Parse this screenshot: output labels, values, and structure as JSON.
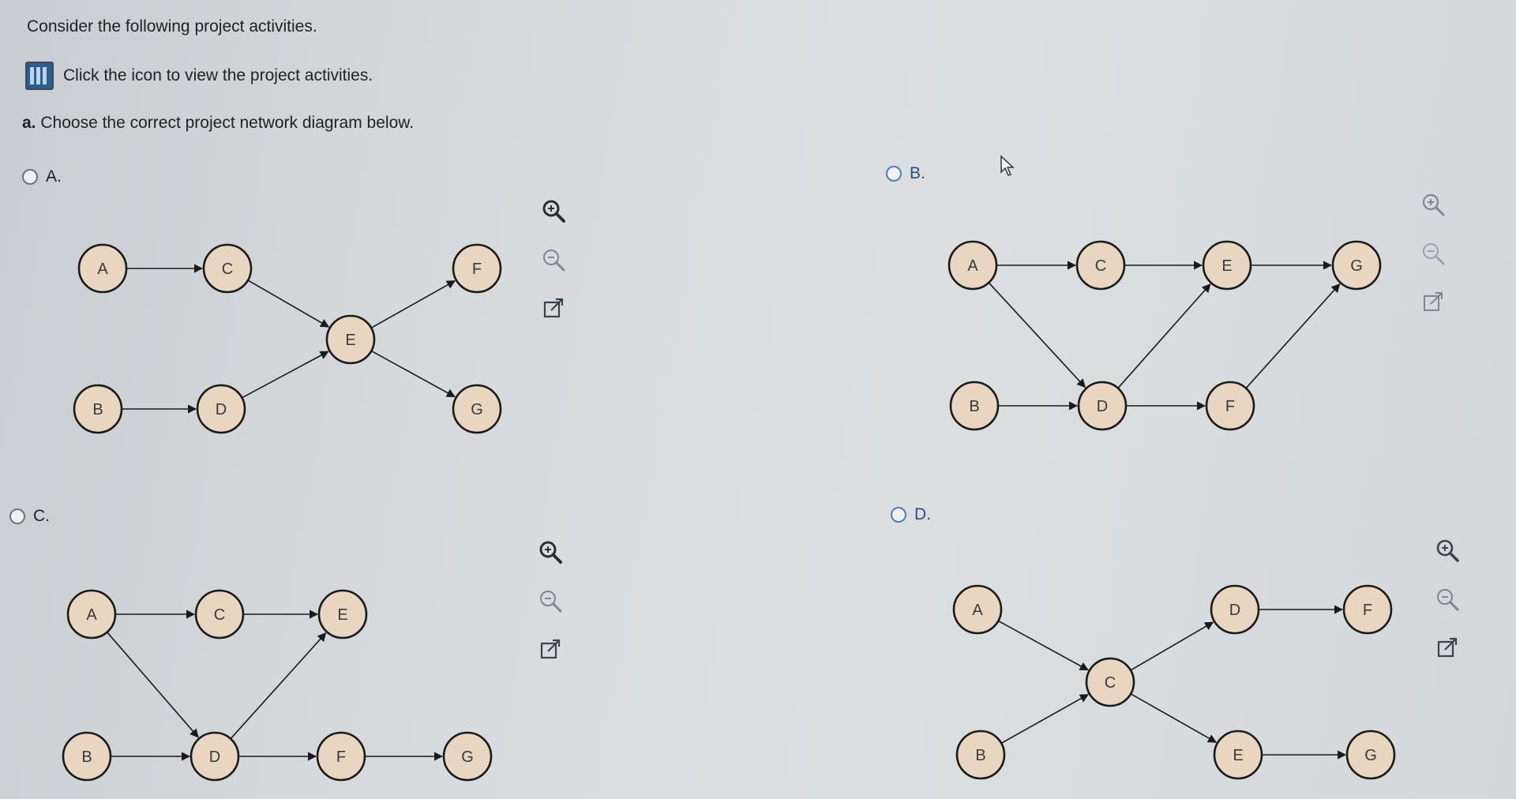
{
  "prompt": "Consider the following project activities.",
  "activities_link_text": "Click the icon to view the project activities.",
  "question": {
    "label": "a.",
    "text": "Choose the correct project network diagram below."
  },
  "options": [
    {
      "label": "A."
    },
    {
      "label": "B."
    },
    {
      "label": "C."
    },
    {
      "label": "D."
    }
  ],
  "node_labels": [
    "A",
    "B",
    "C",
    "D",
    "E",
    "F",
    "G"
  ],
  "tool_icons": [
    "zoom-in-icon",
    "zoom-out-icon",
    "open-external-icon"
  ],
  "colors": {
    "node_fill": "#e8d6c1",
    "node_stroke": "#1a1a1a",
    "arrow": "#1a1a1a",
    "radio_blue": "#4a7fc0"
  }
}
